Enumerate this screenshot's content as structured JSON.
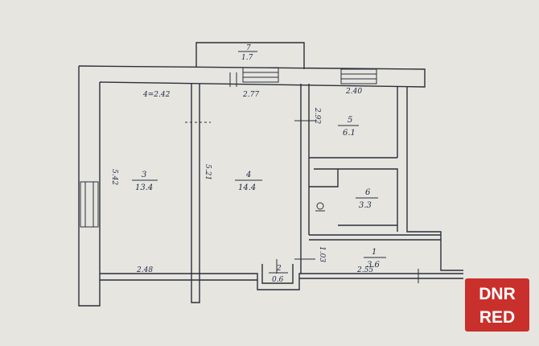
{
  "dimensions": {
    "top_left": "4=2.42",
    "top_middle": "2.77",
    "top_right": "2.40",
    "left_height": "5.42",
    "partition_height": "5.21",
    "room5_height": "2.92",
    "bottom_left": "2.48",
    "bottom_right": "2.55",
    "hall_width": "1.03"
  },
  "rooms": {
    "r1": {
      "number": "1",
      "area": "3.6"
    },
    "r2": {
      "number": "2",
      "area": "0.6"
    },
    "r3": {
      "number": "3",
      "area": "13.4"
    },
    "r4": {
      "number": "4",
      "area": "14.4"
    },
    "r5": {
      "number": "5",
      "area": "6.1"
    },
    "r6": {
      "number": "6",
      "area": "3.3"
    },
    "r7": {
      "number": "7",
      "area": "1.7"
    }
  },
  "logo": {
    "line1": "DNR",
    "line2": "RED",
    "color": "#c9302c"
  }
}
